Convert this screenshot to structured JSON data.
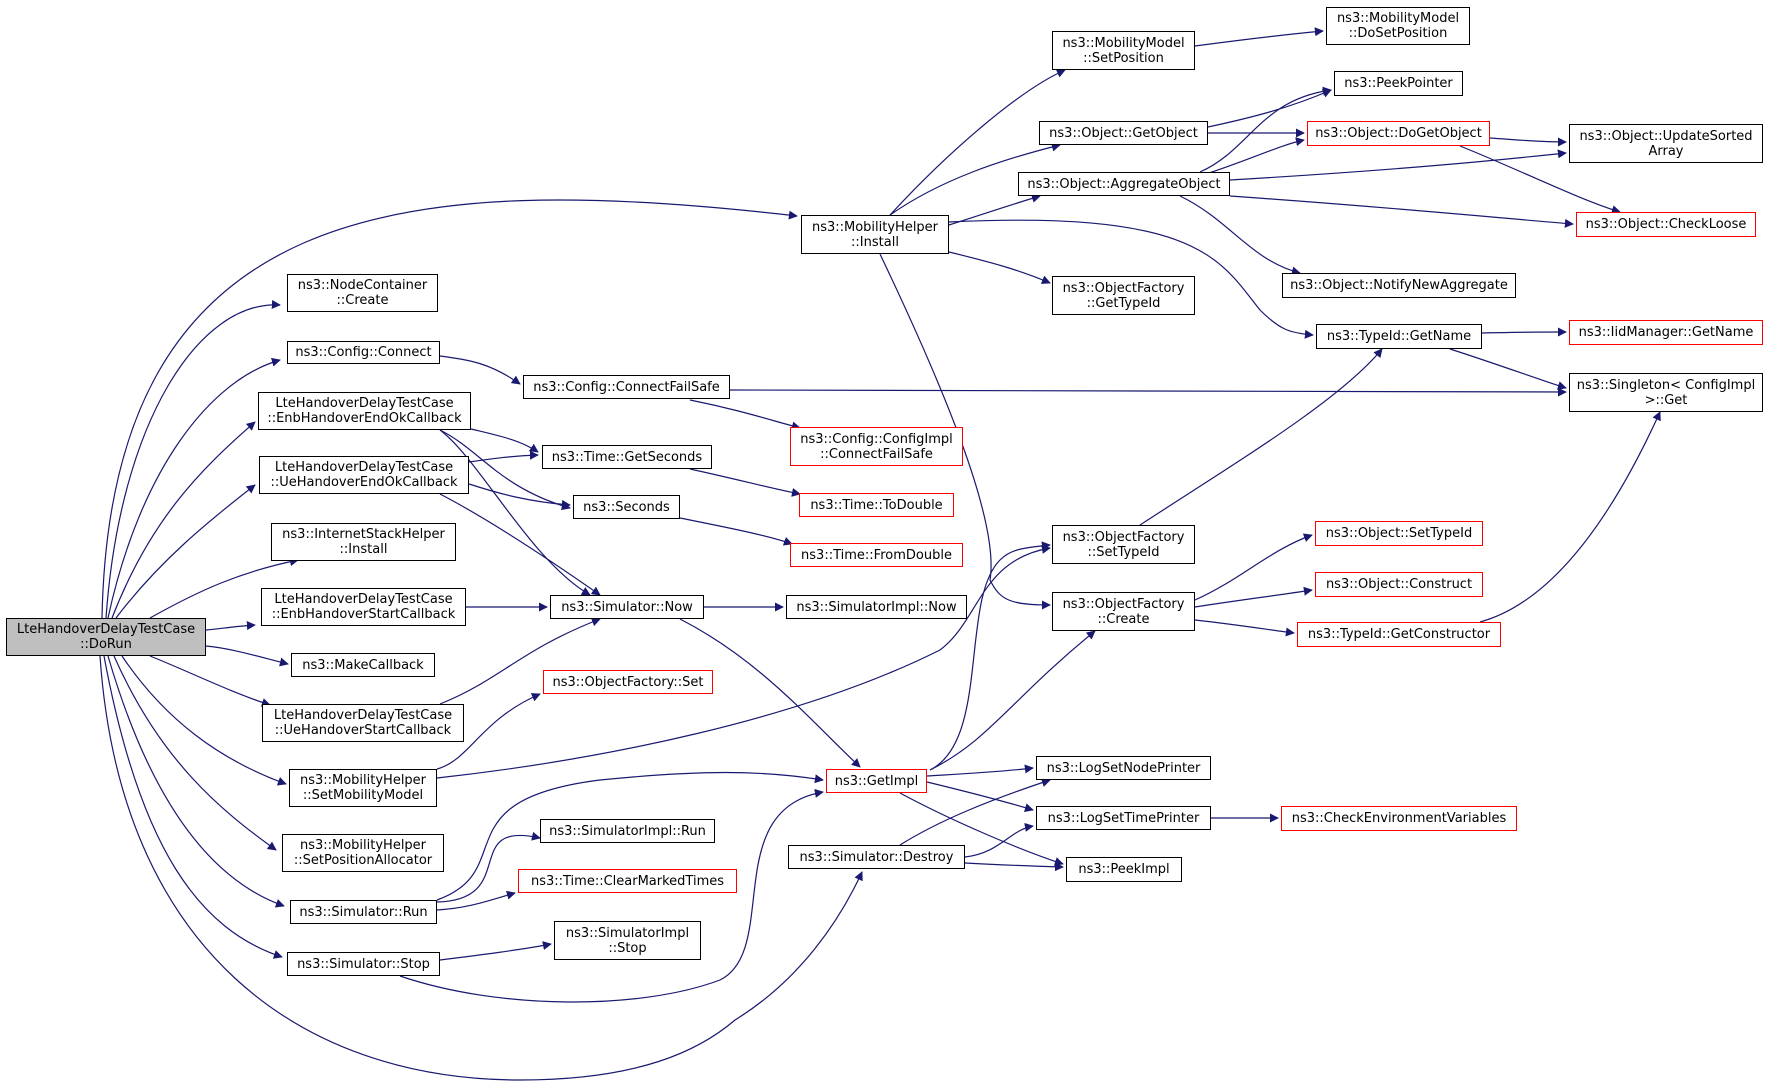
{
  "colors": {
    "edge": "#191970",
    "node_border": "#000000",
    "incomplete_border": "#ff0000",
    "root_fill": "#bfbfbf"
  },
  "nodes": {
    "n_dorun": {
      "l1": "LteHandoverDelayTestCase",
      "l2": "::DoRun"
    },
    "n_nodecont": {
      "l1": "ns3::NodeContainer",
      "l2": "::Create"
    },
    "n_cfgconnect": {
      "l1": "ns3::Config::Connect"
    },
    "n_enbendok": {
      "l1": "LteHandoverDelayTestCase",
      "l2": "::EnbHandoverEndOkCallback"
    },
    "n_ueendok": {
      "l1": "LteHandoverDelayTestCase",
      "l2": "::UeHandoverEndOkCallback"
    },
    "n_inetinstall": {
      "l1": "ns3::InternetStackHelper",
      "l2": "::Install"
    },
    "n_enbstart": {
      "l1": "LteHandoverDelayTestCase",
      "l2": "::EnbHandoverStartCallback"
    },
    "n_makecb": {
      "l1": "ns3::MakeCallback"
    },
    "n_uestart": {
      "l1": "LteHandoverDelayTestCase",
      "l2": "::UeHandoverStartCallback"
    },
    "n_setmobmodel": {
      "l1": "ns3::MobilityHelper",
      "l2": "::SetMobilityModel"
    },
    "n_setposalloc": {
      "l1": "ns3::MobilityHelper",
      "l2": "::SetPositionAllocator"
    },
    "n_simrun": {
      "l1": "ns3::Simulator::Run"
    },
    "n_simstop": {
      "l1": "ns3::Simulator::Stop"
    },
    "n_mobinstall": {
      "l1": "ns3::MobilityHelper",
      "l2": "::Install"
    },
    "n_cfgfailsafe": {
      "l1": "ns3::Config::ConnectFailSafe"
    },
    "n_getseconds": {
      "l1": "ns3::Time::GetSeconds"
    },
    "n_seconds": {
      "l1": "ns3::Seconds"
    },
    "n_simnow": {
      "l1": "ns3::Simulator::Now"
    },
    "n_ofset": {
      "l1": "ns3::ObjectFactory::Set"
    },
    "n_simimplrun": {
      "l1": "ns3::SimulatorImpl::Run"
    },
    "n_clearmarked": {
      "l1": "ns3::Time::ClearMarkedTimes"
    },
    "n_simimplstop": {
      "l1": "ns3::SimulatorImpl",
      "l2": "::Stop"
    },
    "n_simdestroy": {
      "l1": "ns3::Simulator::Destroy"
    },
    "n_cfgimplfs": {
      "l1": "ns3::Config::ConfigImpl",
      "l2": "::ConnectFailSafe"
    },
    "n_todouble": {
      "l1": "ns3::Time::ToDouble"
    },
    "n_fromdouble": {
      "l1": "ns3::Time::FromDouble"
    },
    "n_simimplnow": {
      "l1": "ns3::SimulatorImpl::Now"
    },
    "n_getimpl": {
      "l1": "ns3::GetImpl"
    },
    "n_mmsetpos": {
      "l1": "ns3::MobilityModel",
      "l2": "::SetPosition"
    },
    "n_getobject": {
      "l1": "ns3::Object::GetObject"
    },
    "n_aggregate": {
      "l1": "ns3::Object::AggregateObject"
    },
    "n_ofgettypeid": {
      "l1": "ns3::ObjectFactory",
      "l2": "::GetTypeId"
    },
    "n_ofsettypeid": {
      "l1": "ns3::ObjectFactory",
      "l2": "::SetTypeId"
    },
    "n_ofcreate": {
      "l1": "ns3::ObjectFactory",
      "l2": "::Create"
    },
    "n_lognode": {
      "l1": "ns3::LogSetNodePrinter"
    },
    "n_logtime": {
      "l1": "ns3::LogSetTimePrinter"
    },
    "n_peekimpl": {
      "l1": "ns3::PeekImpl"
    },
    "n_mmdosetpos": {
      "l1": "ns3::MobilityModel",
      "l2": "::DoSetPosition"
    },
    "n_peekptr": {
      "l1": "ns3::PeekPointer"
    },
    "n_dogetobject": {
      "l1": "ns3::Object::DoGetObject"
    },
    "n_notifyagg": {
      "l1": "ns3::Object::NotifyNewAggregate"
    },
    "n_tidgetname": {
      "l1": "ns3::TypeId::GetName"
    },
    "n_objsettypeid": {
      "l1": "ns3::Object::SetTypeId"
    },
    "n_objconstruct": {
      "l1": "ns3::Object::Construct"
    },
    "n_getctor": {
      "l1": "ns3::TypeId::GetConstructor"
    },
    "n_checkenv": {
      "l1": "ns3::CheckEnvironmentVariables"
    },
    "n_updsorted": {
      "l1": "ns3::Object::UpdateSorted",
      "l2": "Array"
    },
    "n_checkloose": {
      "l1": "ns3::Object::CheckLoose"
    },
    "n_iidgetname": {
      "l1": "ns3::IidManager::GetName"
    },
    "n_singleton": {
      "l1": "ns3::Singleton< ConfigImpl",
      "l2": " >::Get"
    }
  }
}
